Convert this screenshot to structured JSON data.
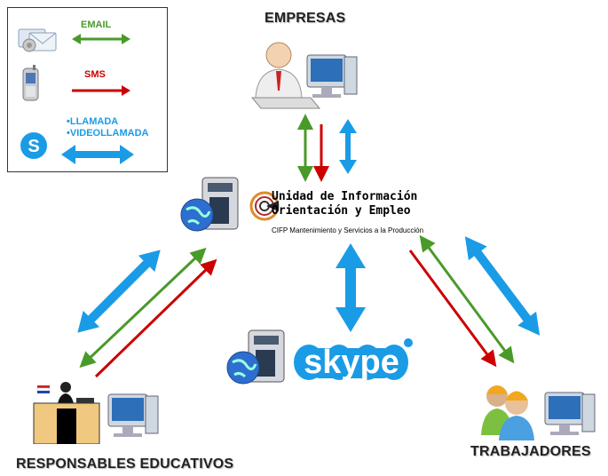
{
  "legend": {
    "items": [
      {
        "label": "EMAIL",
        "icon": "email-icon",
        "color": "#4a9a2a"
      },
      {
        "label": "SMS",
        "icon": "mobile-phone-icon",
        "color": "#cc0000"
      },
      {
        "label_lines": [
          "•LLAMADA",
          "•VIDEOLLAMADA"
        ],
        "icon": "skype-icon",
        "color": "#1a9be6"
      }
    ]
  },
  "nodes": {
    "empresas": {
      "label": "EMPRESAS"
    },
    "center": {
      "title_line1": "Unidad de Información",
      "title_line2": "Orientación y Empleo",
      "subtitle": "CIFP Mantenimiento y Servicios a la Producción"
    },
    "skype": {
      "label": "skype"
    },
    "educativos": {
      "label": "RESPONSABLES EDUCATIVOS"
    },
    "trabajadores": {
      "label": "TRABAJADORES"
    }
  },
  "colors": {
    "email": "#4a9a2a",
    "sms": "#cc0000",
    "skype": "#1a9be6"
  }
}
